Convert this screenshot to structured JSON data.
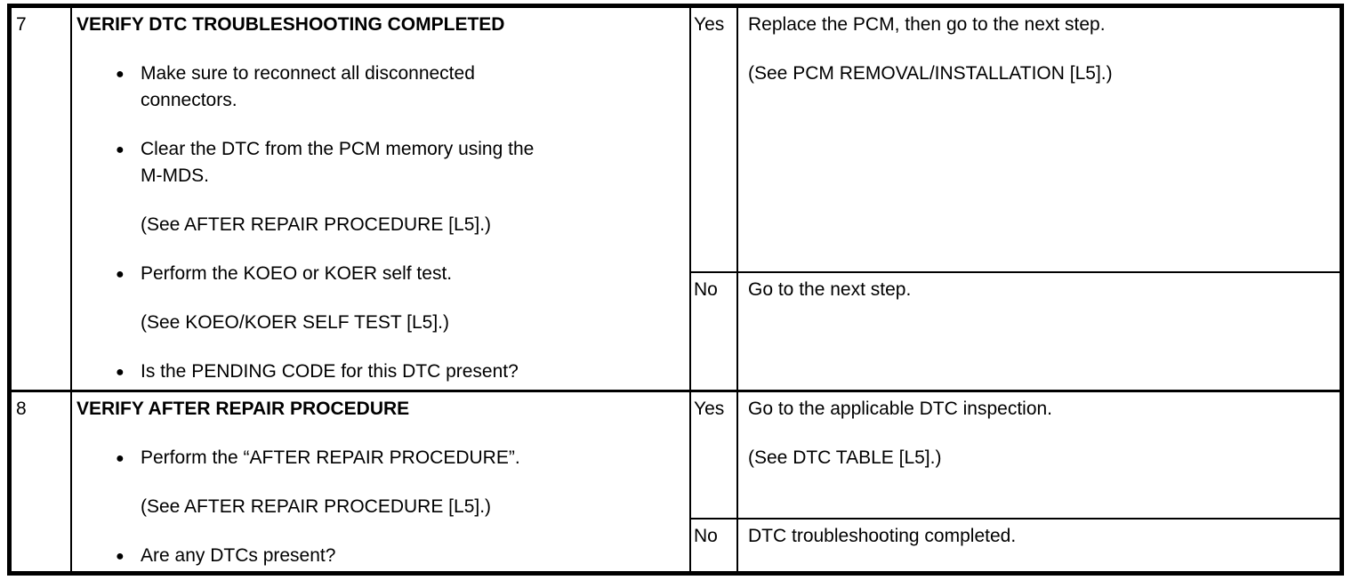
{
  "colors": {
    "border": "#000000",
    "background": "#ffffff",
    "text": "#000000"
  },
  "glyphs": {
    "bullet": "●"
  },
  "table": {
    "rows": [
      {
        "step": "7",
        "action": {
          "title": "VERIFY DTC TROUBLESHOOTING COMPLETED",
          "items": [
            {
              "type": "bullet",
              "lines": [
                "Make sure to reconnect all disconnected",
                "connectors."
              ]
            },
            {
              "type": "bullet",
              "lines": [
                "Clear the DTC from the PCM memory using the",
                "M-MDS."
              ]
            },
            {
              "type": "plain",
              "lines": [
                "(See AFTER REPAIR PROCEDURE [L5].)"
              ]
            },
            {
              "type": "bullet",
              "lines": [
                "Perform the KOEO or KOER self test."
              ]
            },
            {
              "type": "plain",
              "lines": [
                "(See KOEO/KOER SELF TEST [L5].)"
              ]
            },
            {
              "type": "bullet",
              "lines": [
                "Is the PENDING CODE for this DTC present?"
              ]
            }
          ]
        },
        "branches": [
          {
            "label": "Yes",
            "paragraphs": [
              "Replace the PCM, then go to the next step.",
              "(See PCM REMOVAL/INSTALLATION [L5].)"
            ]
          },
          {
            "label": "No",
            "paragraphs": [
              "Go to the next step."
            ]
          }
        ]
      },
      {
        "step": "8",
        "action": {
          "title": "VERIFY AFTER REPAIR PROCEDURE",
          "items": [
            {
              "type": "bullet",
              "lines": [
                "Perform the “AFTER REPAIR PROCEDURE”."
              ]
            },
            {
              "type": "plain",
              "lines": [
                "(See AFTER REPAIR PROCEDURE [L5].)"
              ]
            },
            {
              "type": "bullet",
              "lines": [
                "Are any DTCs present?"
              ]
            }
          ]
        },
        "branches": [
          {
            "label": "Yes",
            "paragraphs": [
              "Go to the applicable DTC inspection.",
              "(See DTC TABLE [L5].)"
            ]
          },
          {
            "label": "No",
            "paragraphs": [
              "DTC troubleshooting completed."
            ]
          }
        ]
      }
    ]
  }
}
